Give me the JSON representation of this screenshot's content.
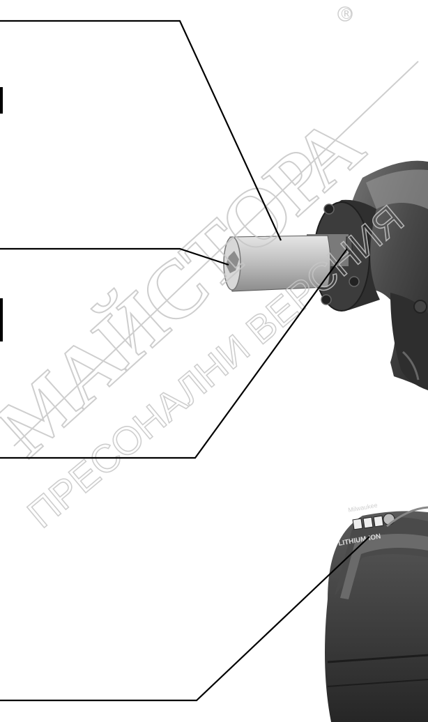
{
  "watermark": {
    "main_text": "МАЙСТОРА",
    "sub_text": "ПРЕСОНАЛНИ ВЕРСНИЯ",
    "registered_mark": "®",
    "color": "#c8c8c8"
  },
  "battery": {
    "brand_text": "Milwaukee",
    "label_text": "LITHIUM-ION"
  },
  "colors": {
    "tool_dark": "#3a3a3a",
    "tool_mid": "#5a5a5a",
    "tool_light": "#8a8a8a",
    "socket": "#c9c9c9",
    "leader_line": "#000000"
  }
}
